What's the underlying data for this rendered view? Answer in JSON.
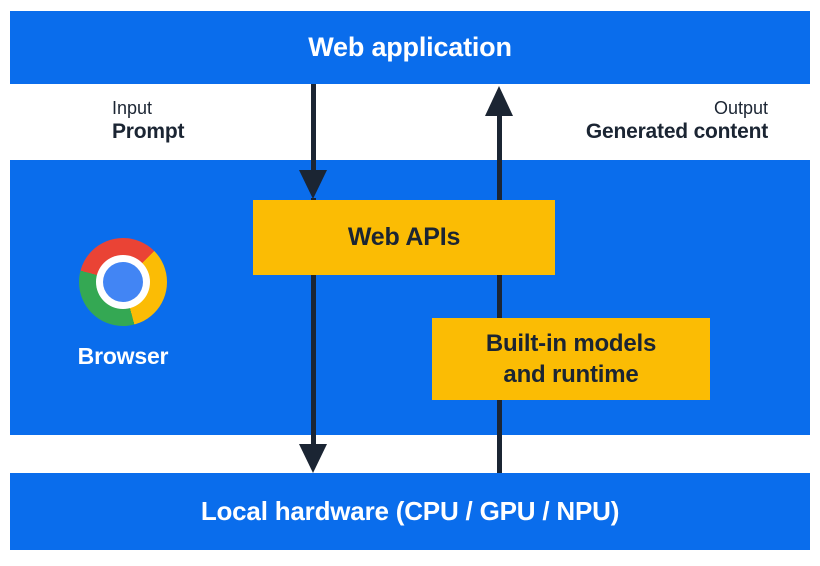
{
  "colors": {
    "section_blue": "#0a6dec",
    "box_yellow": "#fbbc04",
    "arrow_navy": "#1b2533",
    "chrome_red": "#ea4335",
    "chrome_yellow": "#fbbc05",
    "chrome_green": "#34a853",
    "chrome_blue": "#4285f4"
  },
  "top_bar": {
    "label": "Web application"
  },
  "io": {
    "input_title": "Input",
    "input_value": "Prompt",
    "output_title": "Output",
    "output_value": "Generated content"
  },
  "browser": {
    "label": "Browser",
    "icon": "chrome-icon"
  },
  "boxes": {
    "web_apis": {
      "label": "Web APIs"
    },
    "builtin": {
      "line1": "Built-in models",
      "line2": "and runtime"
    }
  },
  "bottom_bar": {
    "label": "Local hardware (CPU / GPU / NPU)"
  }
}
